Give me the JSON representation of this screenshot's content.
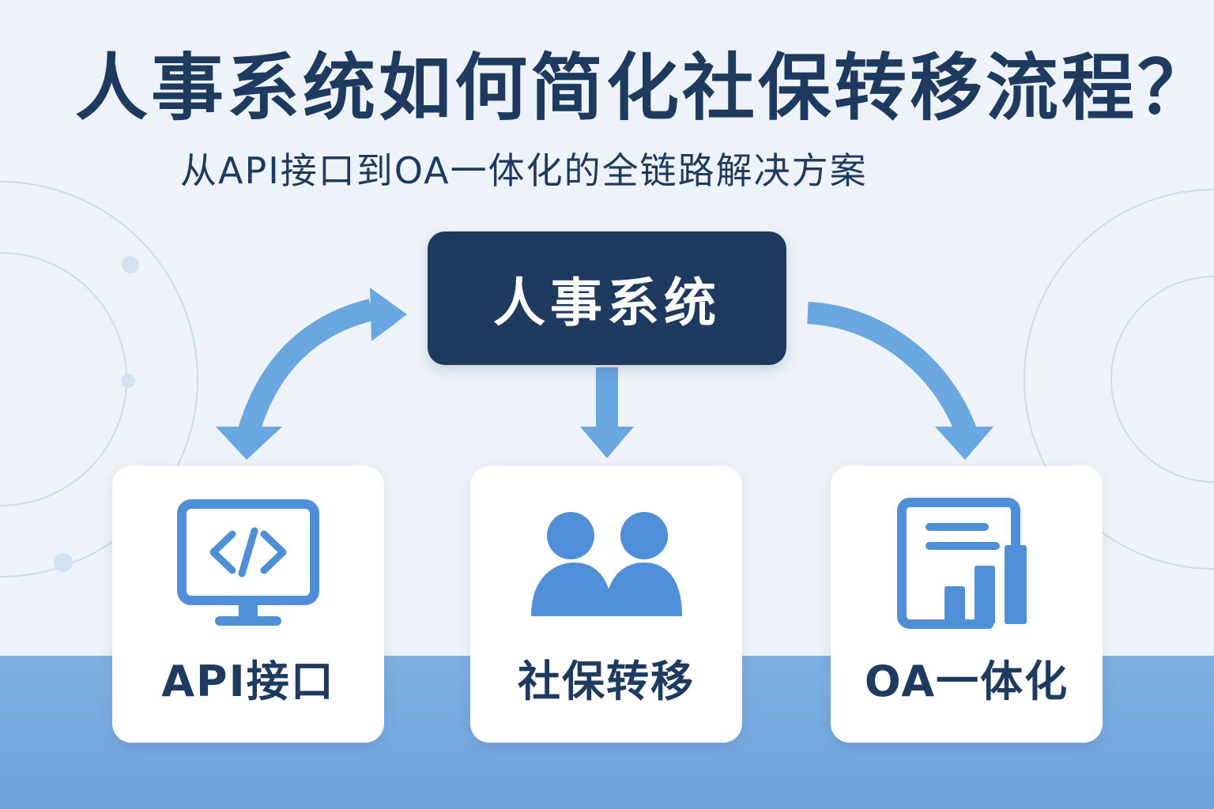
{
  "header": {
    "title": "人事系统如何简化社保转移流程？",
    "subtitle": "从API接口到OA一体化的全链路解决方案"
  },
  "hub": {
    "label": "人事系统"
  },
  "cards": [
    {
      "label": "API接口",
      "icon": "code-monitor-icon"
    },
    {
      "label": "社保转移",
      "icon": "people-icon"
    },
    {
      "label": "OA一体化",
      "icon": "document-chart-icon"
    }
  ],
  "colors": {
    "navy": "#1f3a5f",
    "accent_blue": "#4f8fd8",
    "arrow_blue": "#6aa6df",
    "band_blue": "#76aae0",
    "background": "#eef3f9"
  }
}
